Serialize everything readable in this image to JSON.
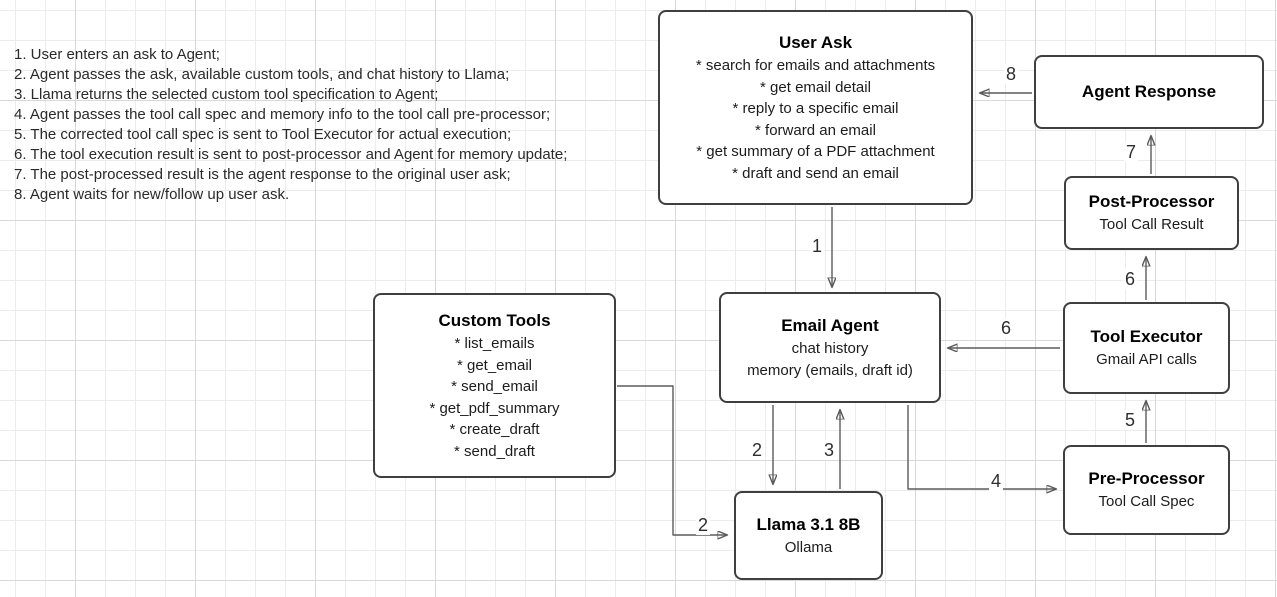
{
  "steps": {
    "lines": [
      "1. User enters an ask to Agent;",
      "2. Agent passes the ask, available custom tools, and chat history to Llama;",
      "3. Llama returns the selected custom tool specification to Agent;",
      "4. Agent passes the tool call spec and memory info to the tool call pre-processor;",
      "5. The corrected tool call spec is sent to Tool Executor for actual execution;",
      "6. The tool execution result is sent to post-processor and Agent for memory update;",
      "7. The post-processed result is the agent response to the original user ask;",
      "8. Agent waits for new/follow up user ask."
    ]
  },
  "boxes": {
    "user_ask": {
      "title": "User Ask",
      "items": [
        "* search for emails and attachments",
        "* get email detail",
        "* reply to a specific email",
        "* forward an email",
        "* get summary of a PDF attachment",
        "* draft and send an email"
      ]
    },
    "agent_response": {
      "title": "Agent Response"
    },
    "post_processor": {
      "title": "Post-Processor",
      "subtitle": "Tool Call Result"
    },
    "tool_executor": {
      "title": "Tool Executor",
      "subtitle": "Gmail API calls"
    },
    "pre_processor": {
      "title": "Pre-Processor",
      "subtitle": "Tool Call Spec"
    },
    "email_agent": {
      "title": "Email Agent",
      "line1": "chat history",
      "line2": "memory (emails, draft id)"
    },
    "custom_tools": {
      "title": "Custom Tools",
      "items": [
        "* list_emails",
        "* get_email",
        "* send_email",
        "* get_pdf_summary",
        "* create_draft",
        "* send_draft"
      ]
    },
    "llama": {
      "title": "Llama 3.1 8B",
      "subtitle": "Ollama"
    }
  },
  "edge_labels": {
    "step1": "1",
    "step2_agent_to_llama": "2",
    "step2_tools_to_llama": "2",
    "step3": "3",
    "step4": "4",
    "step5": "5",
    "step6_to_agent": "6",
    "step6_to_postproc": "6",
    "step7": "7",
    "step8": "8"
  },
  "colors": {
    "box_border": "#3f3f3f",
    "edge_stroke": "#5b5b5b",
    "text": "#1c1c1c",
    "grid_minor": "#ececec",
    "grid_major": "#d8d8d8"
  }
}
